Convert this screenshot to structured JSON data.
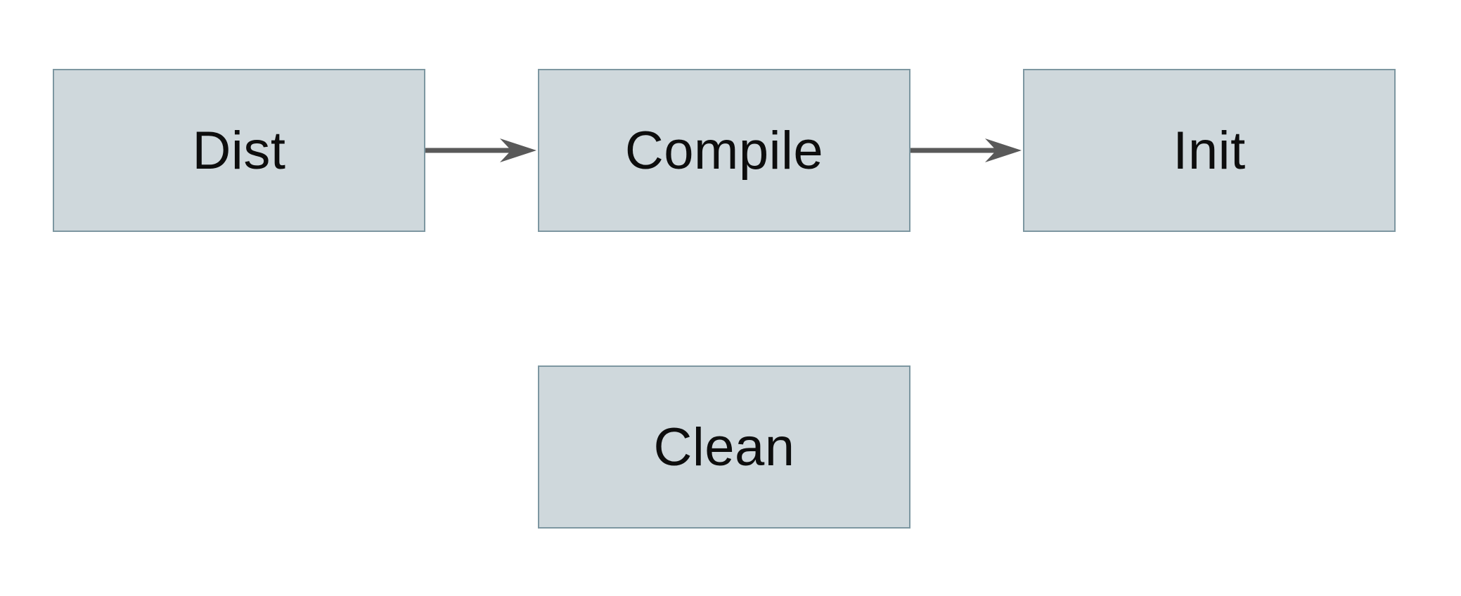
{
  "diagram": {
    "type": "flowchart",
    "background": "#ffffff",
    "colors": {
      "node_fill": "#cfd8dc",
      "node_border": "#7d97a1",
      "arrow_color": "#595959",
      "text_color": "#0d0d0d"
    },
    "nodes": [
      {
        "id": "dist",
        "label": "Dist"
      },
      {
        "id": "compile",
        "label": "Compile"
      },
      {
        "id": "init",
        "label": "Init"
      },
      {
        "id": "clean",
        "label": "Clean"
      }
    ],
    "edges": [
      {
        "from": "dist",
        "to": "compile",
        "direction": "right"
      },
      {
        "from": "compile",
        "to": "init",
        "direction": "right"
      }
    ]
  }
}
